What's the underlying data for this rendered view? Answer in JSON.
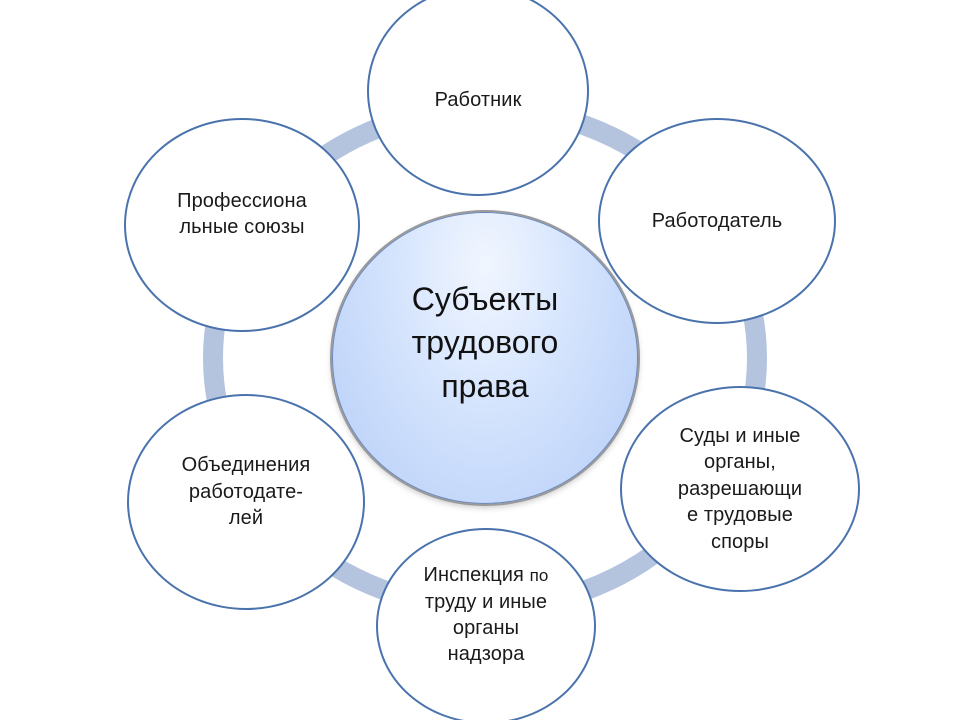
{
  "center": {
    "label": "Субъекты\nтрудового\nправа"
  },
  "nodes": [
    {
      "id": "worker",
      "label": "Работник"
    },
    {
      "id": "employer",
      "label": "Работодатель"
    },
    {
      "id": "courts",
      "label": "Суды и иные\nорганы,\nразрешающи\nе трудовые\nспоры"
    },
    {
      "id": "inspection",
      "label_main": "Инспекция ",
      "label_small": "по",
      "label_rest": "\nтруду и иные\nорганы\nнадзора"
    },
    {
      "id": "employers_assoc",
      "label": "Объединения\nработодате-\nлей"
    },
    {
      "id": "unions",
      "label": "Профессиона\nльные союзы"
    }
  ],
  "colors": {
    "ring": "#b4c4de",
    "node_border": "#4a73ad",
    "center_fill_top": "#f1f6ff",
    "center_fill_bottom": "#b6cdf7"
  }
}
